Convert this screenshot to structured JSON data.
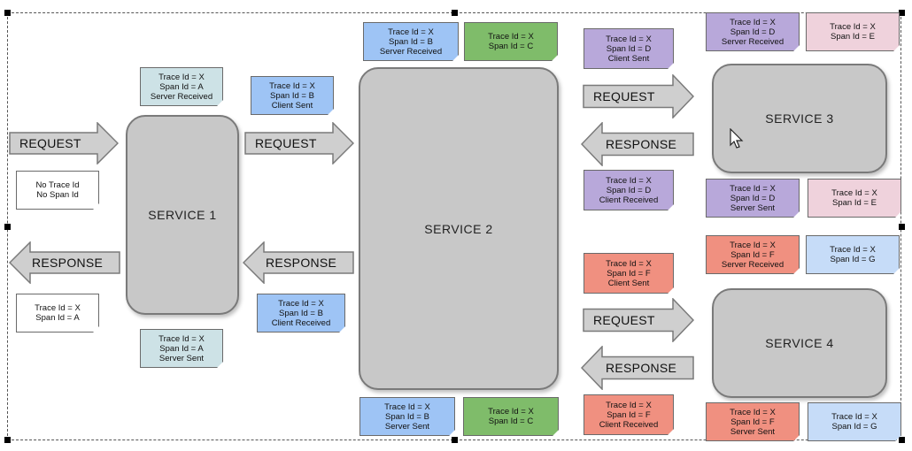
{
  "colors": {
    "service_fill": "#c8c8c8",
    "note_white": "#ffffff",
    "note_teal": "#cde2e6",
    "note_blue": "#9ec4f5",
    "note_green": "#7fbc6a",
    "note_purple": "#b8a8da",
    "note_pink": "#efd2dc",
    "note_salmon": "#f09080",
    "note_lightblue": "#c6dcf8",
    "arrow_fill": "#cfcfcf"
  },
  "services": {
    "s1": "SERVICE 1",
    "s2": "SERVICE 2",
    "s3": "SERVICE 3",
    "s4": "SERVICE 4"
  },
  "arrows": {
    "a1": "REQUEST",
    "a2": "RESPONSE",
    "a3": "REQUEST",
    "a4": "RESPONSE",
    "a5": "REQUEST",
    "a6": "RESPONSE",
    "a7": "REQUEST",
    "a8": "RESPONSE"
  },
  "notes": {
    "n01": [
      "No Trace Id",
      "No Span Id"
    ],
    "n02": [
      "Trace Id = X",
      "Span Id = A"
    ],
    "n03": [
      "Trace Id = X",
      "Span Id = A",
      "Server Received"
    ],
    "n04": [
      "Trace Id = X",
      "Span Id = A",
      "Server Sent"
    ],
    "n05": [
      "Trace Id = X",
      "Span Id = B",
      "Client Sent"
    ],
    "n06": [
      "Trace Id = X",
      "Span Id = B",
      "Client Received"
    ],
    "n07": [
      "Trace Id = X",
      "Span Id = B",
      "Server Received"
    ],
    "n08": [
      "Trace Id = X",
      "Span Id = C"
    ],
    "n09": [
      "Trace Id = X",
      "Span Id = B",
      "Server Sent"
    ],
    "n10": [
      "Trace Id = X",
      "Span Id = C"
    ],
    "n11": [
      "Trace Id = X",
      "Span Id = D",
      "Client Sent"
    ],
    "n12": [
      "Trace Id = X",
      "Span Id = D",
      "Client Received"
    ],
    "n13": [
      "Trace Id = X",
      "Span Id = D",
      "Server Received"
    ],
    "n14": [
      "Trace Id = X",
      "Span Id = E"
    ],
    "n15": [
      "Trace Id = X",
      "Span Id = D",
      "Server Sent"
    ],
    "n16": [
      "Trace Id = X",
      "Span Id = E"
    ],
    "n17": [
      "Trace Id = X",
      "Span Id = F",
      "Client Sent"
    ],
    "n18": [
      "Trace Id = X",
      "Span Id = F",
      "Client Received"
    ],
    "n19": [
      "Trace Id = X",
      "Span Id = F",
      "Server Received"
    ],
    "n20": [
      "Trace Id = X",
      "Span Id = G"
    ],
    "n21": [
      "Trace Id = X",
      "Span Id = F",
      "Server Sent"
    ],
    "n22": [
      "Trace Id = X",
      "Span Id = G"
    ]
  }
}
